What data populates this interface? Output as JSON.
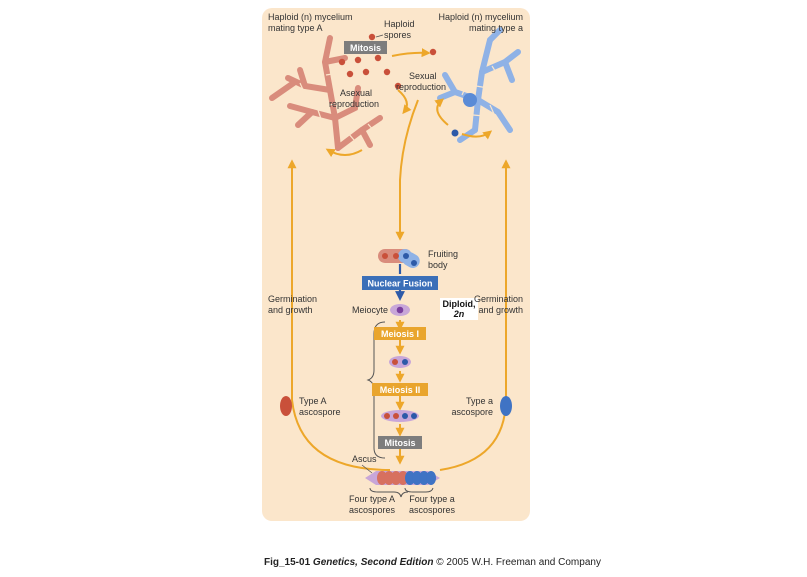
{
  "labels": {
    "haploid_A_line1": "Haploid (n) mycelium",
    "haploid_A_line2": "mating type A",
    "haploid_a_line1": "Haploid (n) mycelium",
    "haploid_a_line2": "mating type a",
    "haploid_spores_line1": "Haploid",
    "haploid_spores_line2": "spores",
    "mitosis_top": "Mitosis",
    "asexual_line1": "Asexual",
    "asexual_line2": "reproduction",
    "sexual_line1": "Sexual",
    "sexual_line2": "reproduction",
    "fruiting_line1": "Fruiting",
    "fruiting_line2": "body",
    "nuclear_fusion": "Nuclear Fusion",
    "meiocyte": "Meiocyte",
    "diploid_line1": "Diploid,",
    "diploid_line2": "2n",
    "meiosis_1": "Meiosis I",
    "meiosis_2": "Meiosis II",
    "mitosis_bottom": "Mitosis",
    "germination_left_line1": "Germination",
    "germination_left_line2": "and growth",
    "germination_right_line1": "Germination",
    "germination_right_line2": "and growth",
    "type_A_line1": "Type A",
    "type_A_line2": "ascospore",
    "type_a_line1": "Type a",
    "type_a_line2": "ascospore",
    "ascus": "Ascus",
    "four_A_line1": "Four type A",
    "four_A_line2": "ascospores",
    "four_a_line1": "Four type a",
    "four_a_line2": "ascospores"
  },
  "caption": {
    "fig_id": "Fig_15-01",
    "book_title": "Genetics, Second Edition",
    "copyright": "© 2005 W.H. Freeman and Company"
  },
  "colors": {
    "panel_bg": "#fbe6cb",
    "arrow": "#eda72a",
    "type_A": "#d7705f",
    "type_a": "#8fb2e6",
    "nuclear_fusion_box": "#3b6fb8",
    "meiosis_box": "#e9a52d",
    "mitosis_box": "#7d7d7d"
  }
}
